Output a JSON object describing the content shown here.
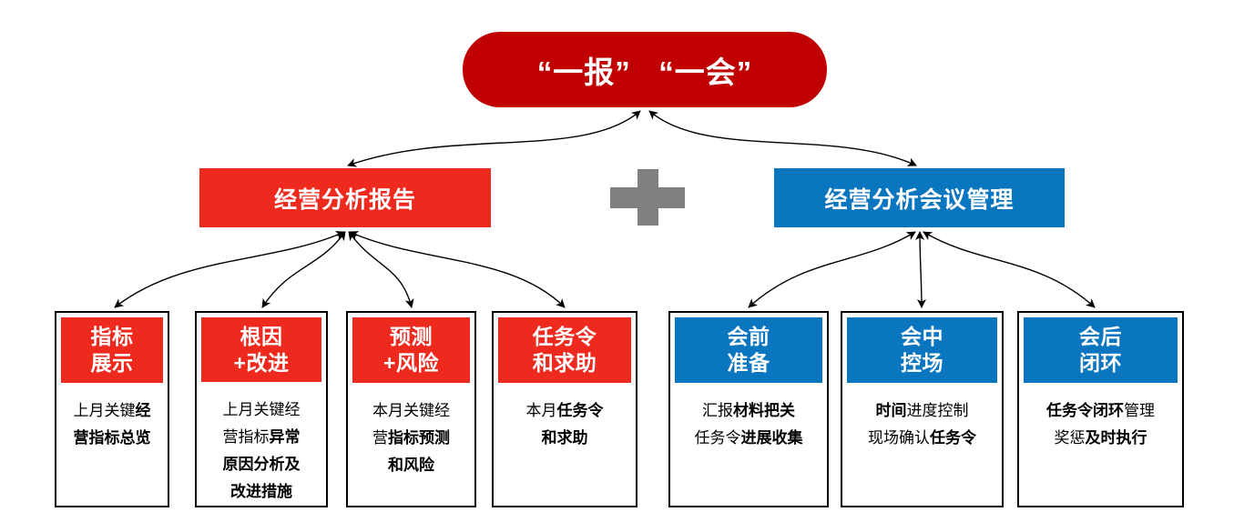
{
  "banner": {
    "text": "“一报”   “一会”",
    "color": "#C00000"
  },
  "mid": {
    "left": {
      "label": "经营分析报告",
      "color": "#EE2A1E"
    },
    "right": {
      "label": "经营分析会议管理",
      "color": "#0B76C0"
    },
    "connector": {
      "name": "plus-sign",
      "symbol": "+",
      "color": "#808080"
    }
  },
  "cards": [
    {
      "id": "card-0",
      "group": "report",
      "accent": "#EE2A1E",
      "head_line1": "指标",
      "head_line2": "展示",
      "body": [
        {
          "light": "上月关键",
          "bold": "经"
        },
        {
          "light": "",
          "bold": "营指标总览"
        }
      ]
    },
    {
      "id": "card-1",
      "group": "report",
      "accent": "#EE2A1E",
      "head_line1": "根因",
      "head_line2": "+改进",
      "body": [
        {
          "light": "上月关键经",
          "bold": ""
        },
        {
          "light": "营指标",
          "bold": "异常"
        },
        {
          "light": "",
          "bold": "原因分析及"
        },
        {
          "light": "",
          "bold": "改进措施"
        }
      ]
    },
    {
      "id": "card-2",
      "group": "report",
      "accent": "#EE2A1E",
      "head_line1": "预测",
      "head_line2": "+风险",
      "body": [
        {
          "light": "本月关键经",
          "bold": ""
        },
        {
          "light": "营",
          "bold": "指标预测"
        },
        {
          "light": "",
          "bold": "和风险"
        }
      ]
    },
    {
      "id": "card-3",
      "group": "report",
      "accent": "#EE2A1E",
      "head_line1": "任务令",
      "head_line2": "和求助",
      "body": [
        {
          "light": "本月",
          "bold": "任务令"
        },
        {
          "light": "",
          "bold": "和求助"
        }
      ]
    },
    {
      "id": "card-4",
      "group": "meeting",
      "accent": "#0B76C0",
      "head_line1": "会前",
      "head_line2": "准备",
      "body": [
        {
          "light": "汇报",
          "bold": "材料把关"
        },
        {
          "light": "任务令",
          "bold": "进展收集"
        }
      ]
    },
    {
      "id": "card-5",
      "group": "meeting",
      "accent": "#0B76C0",
      "head_line1": "会中",
      "head_line2": "控场",
      "body": [
        {
          "light": "",
          "bold": "时间",
          "tail": "进度控制"
        },
        {
          "light": "现场确认",
          "bold": "任务令"
        }
      ]
    },
    {
      "id": "card-6",
      "group": "meeting",
      "accent": "#0B76C0",
      "head_line1": "会后",
      "head_line2": "闭环",
      "body": [
        {
          "light": "",
          "bold": "任务令闭环",
          "tail": "管理"
        },
        {
          "light": "奖惩",
          "bold": "及时执行"
        }
      ]
    }
  ]
}
